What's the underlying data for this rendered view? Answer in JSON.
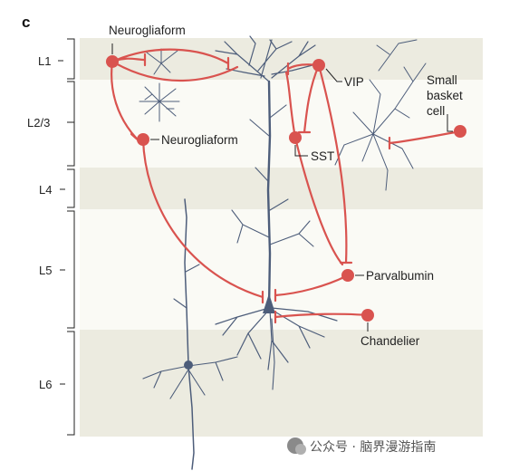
{
  "panel_letter": "c",
  "layers": [
    {
      "id": "L1",
      "label": "L1",
      "shade": "#ecebe0"
    },
    {
      "id": "L23",
      "label": "L2/3",
      "shade": "#fafaf5"
    },
    {
      "id": "L4",
      "label": "L4",
      "shade": "#ecebe0"
    },
    {
      "id": "L5",
      "label": "L5",
      "shade": "#fafaf5"
    },
    {
      "id": "L6",
      "label": "L6",
      "shade": "#ecebe0"
    }
  ],
  "cells": {
    "neurogliaform_l1": "Neurogliaform",
    "neurogliaform_l23": "Neurogliaform",
    "vip": "VIP",
    "sst": "SST",
    "small_basket": [
      "Small",
      "basket",
      "cell"
    ],
    "parvalbumin": "Parvalbumin",
    "chandelier": "Chandelier"
  },
  "colors": {
    "interneuron": "#d9534f",
    "dendrite": "#4d5d7a"
  },
  "watermark": "公众号 · 脑界漫游指南"
}
